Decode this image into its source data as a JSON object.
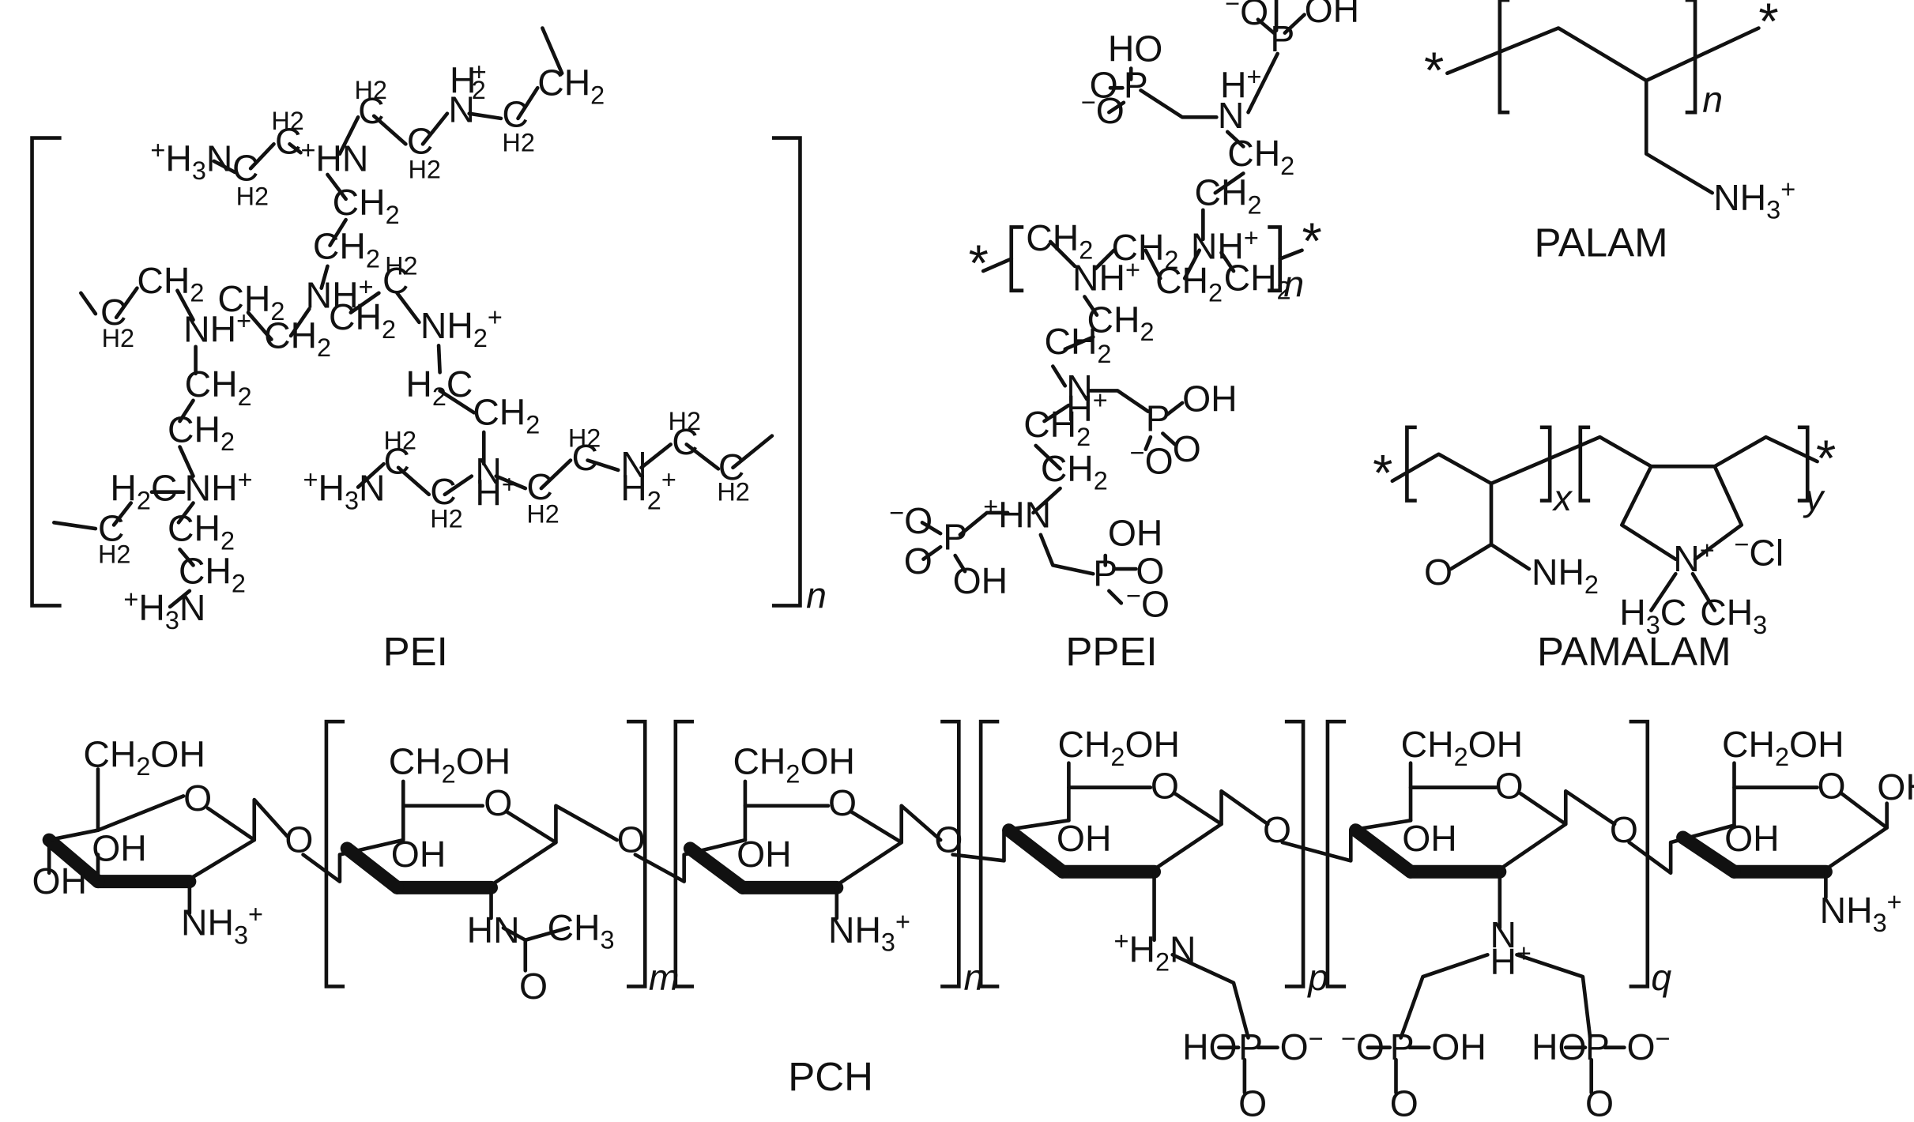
{
  "structures": [
    {
      "id": "pei",
      "caption": "PEI",
      "repeat_index": "n"
    },
    {
      "id": "ppei",
      "caption": "PPEI",
      "repeat_index": "n"
    },
    {
      "id": "palam",
      "caption": "PALAM",
      "repeat_index": "n"
    },
    {
      "id": "pamalam",
      "caption": "PAMALAM",
      "repeat_indices": [
        "x",
        "y"
      ],
      "counterion": "Cl"
    },
    {
      "id": "pch",
      "caption": "PCH",
      "repeat_indices": [
        "m",
        "n",
        "p",
        "q"
      ]
    }
  ]
}
